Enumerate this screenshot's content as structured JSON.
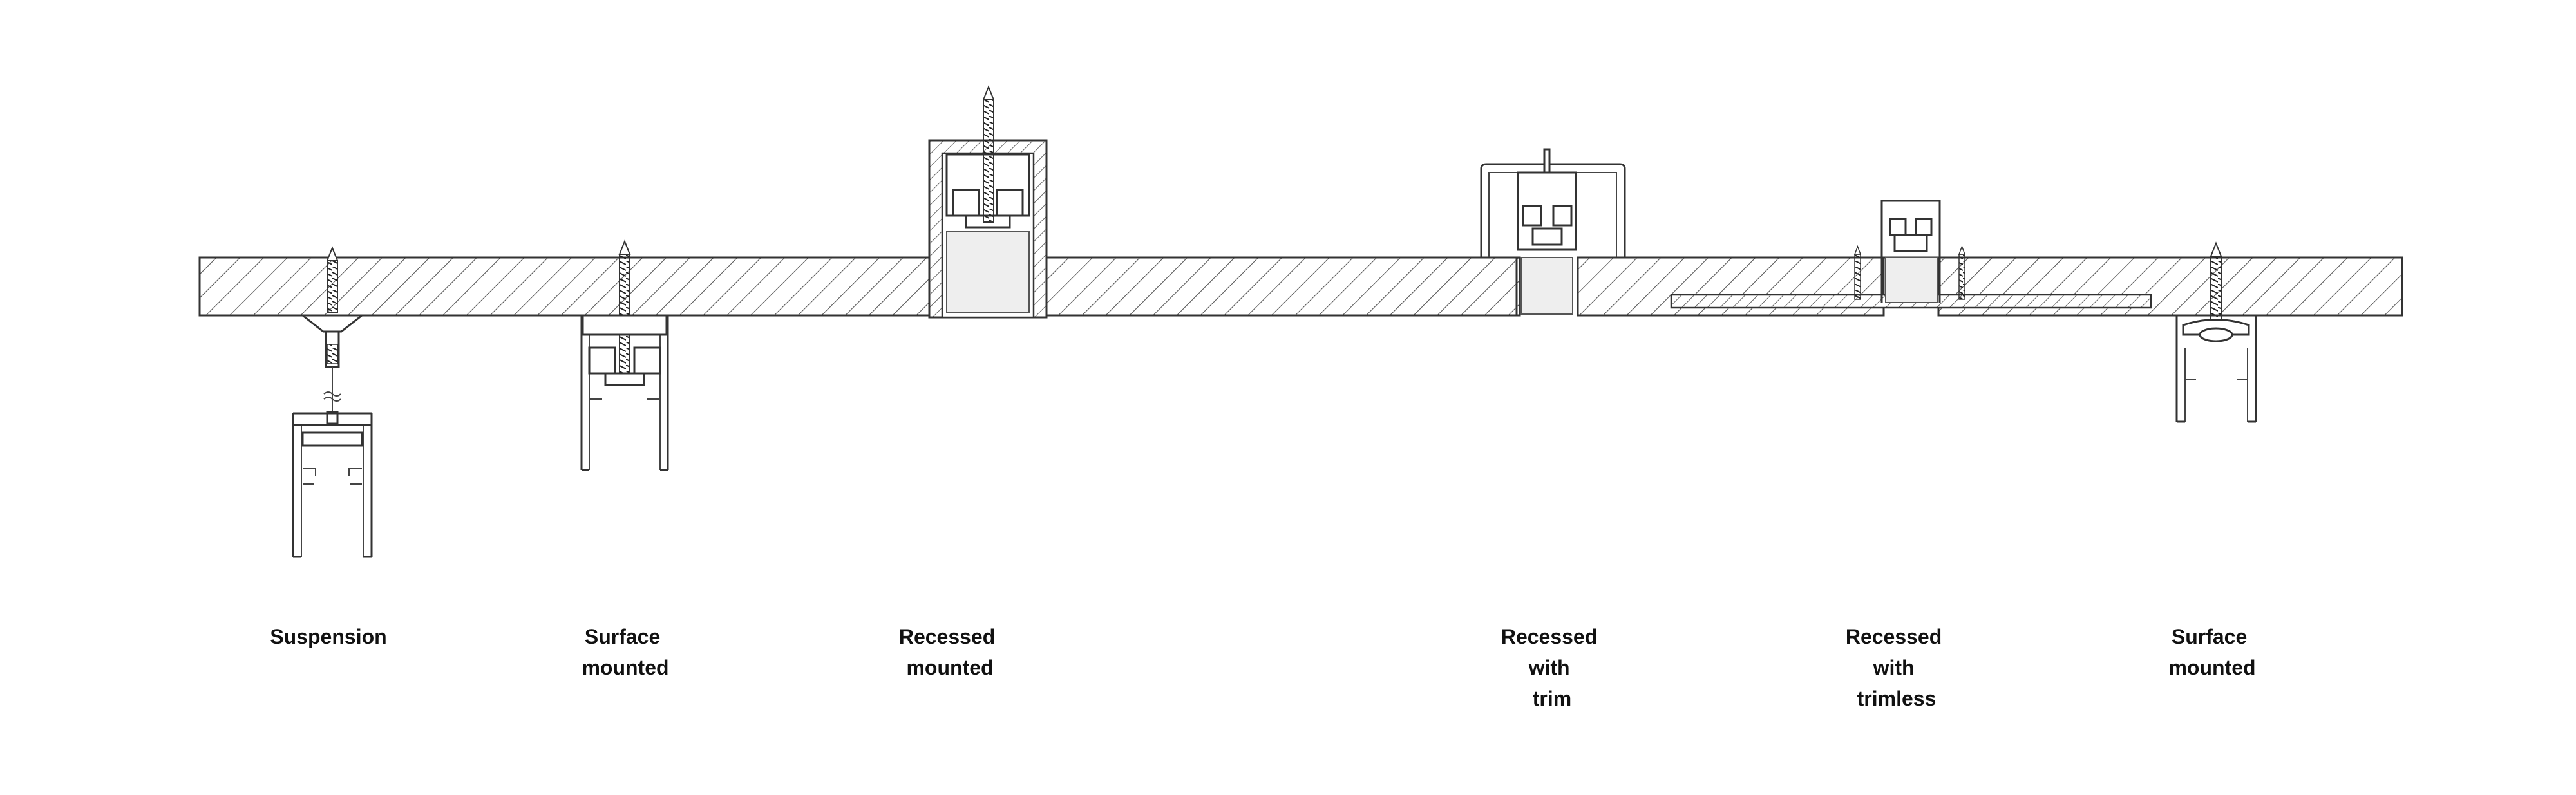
{
  "diagram": {
    "accent_colors": {
      "line": "#333333",
      "hatch": "#555555",
      "lens": "#eeeeee",
      "background": "#ffffff"
    },
    "mounting_types": [
      {
        "id": "suspension",
        "lines": [
          "Suspension"
        ]
      },
      {
        "id": "surface-1",
        "lines": [
          "Surface",
          "mounted"
        ]
      },
      {
        "id": "recessed",
        "lines": [
          "Recessed",
          "mounted"
        ]
      },
      {
        "id": "recessed-trim",
        "lines": [
          "Recessed",
          "with",
          "trim"
        ]
      },
      {
        "id": "recessed-trimless",
        "lines": [
          "Recessed",
          "with",
          "trimless"
        ]
      },
      {
        "id": "surface-2",
        "lines": [
          "Surface",
          "mounted"
        ]
      }
    ]
  }
}
